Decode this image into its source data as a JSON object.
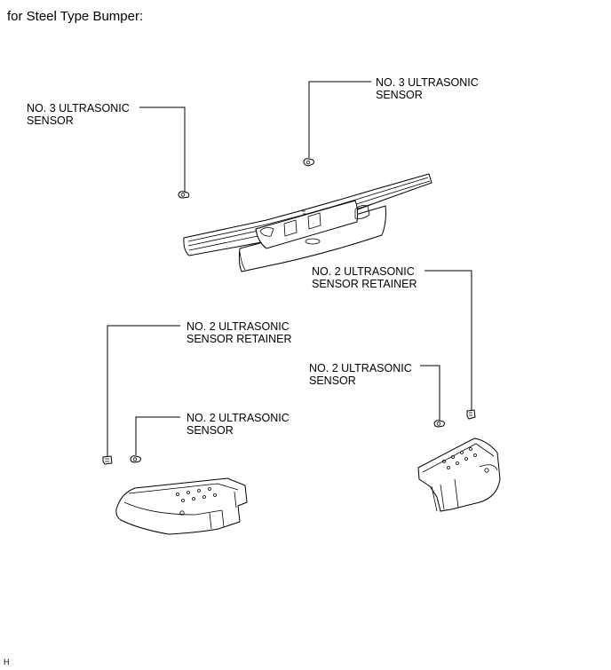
{
  "caption": "for Steel Type Bumper:",
  "labels": {
    "sensor3_left": {
      "line1": "NO. 3 ULTRASONIC",
      "line2": "SENSOR"
    },
    "sensor3_right": {
      "line1": "NO. 3 ULTRASONIC",
      "line2": "SENSOR"
    },
    "retainer2_right": {
      "line1": "NO. 2 ULTRASONIC",
      "line2": "SENSOR RETAINER"
    },
    "retainer2_left": {
      "line1": "NO. 2 ULTRASONIC",
      "line2": "SENSOR RETAINER"
    },
    "sensor2_right": {
      "line1": "NO. 2 ULTRASONIC",
      "line2": "SENSOR"
    },
    "sensor2_left": {
      "line1": "NO. 2 ULTRASONIC",
      "line2": "SENSOR"
    }
  },
  "figure_id": "H"
}
